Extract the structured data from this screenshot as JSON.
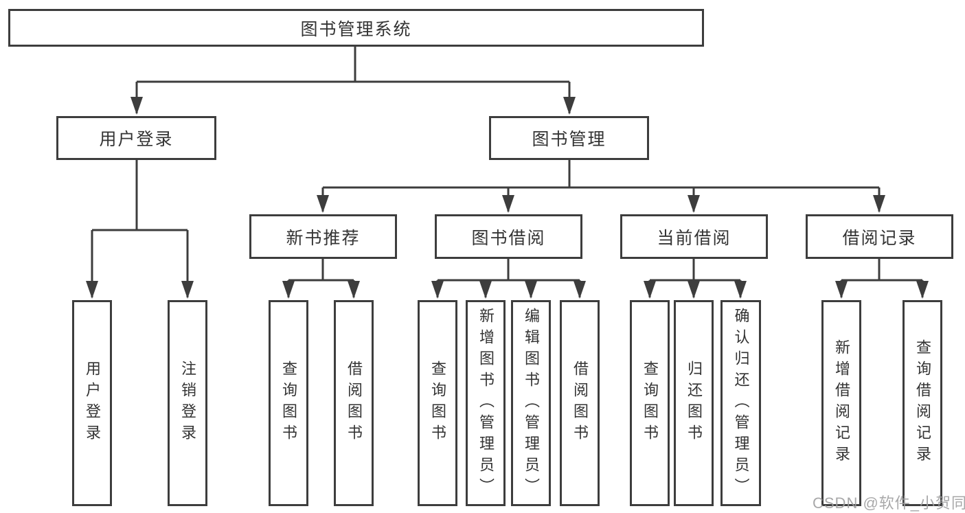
{
  "diagram": {
    "title": "图书管理系统",
    "branches": {
      "user": {
        "label": "用户登录",
        "children": [
          "用户登录",
          "注销登录"
        ]
      },
      "book": {
        "label": "图书管理",
        "sections": [
          {
            "label": "新书推荐",
            "children": [
              "查询图书",
              "借阅图书"
            ]
          },
          {
            "label": "图书借阅",
            "children": [
              "查询图书",
              "新增图书（管理员）",
              "编辑图书（管理员）",
              "借阅图书"
            ]
          },
          {
            "label": "当前借阅",
            "children": [
              "查询图书",
              "归还图书",
              "确认归还（管理员）"
            ]
          },
          {
            "label": "借阅记录",
            "children": [
              "新增借阅记录",
              "查询借阅记录"
            ]
          }
        ]
      }
    },
    "colors": {
      "line": "#3d3d3d",
      "text": "#333333",
      "background": "#ffffff",
      "watermark": "#9e9ea0"
    }
  },
  "watermark": {
    "text": "CSDN @软件_小贺同学"
  }
}
